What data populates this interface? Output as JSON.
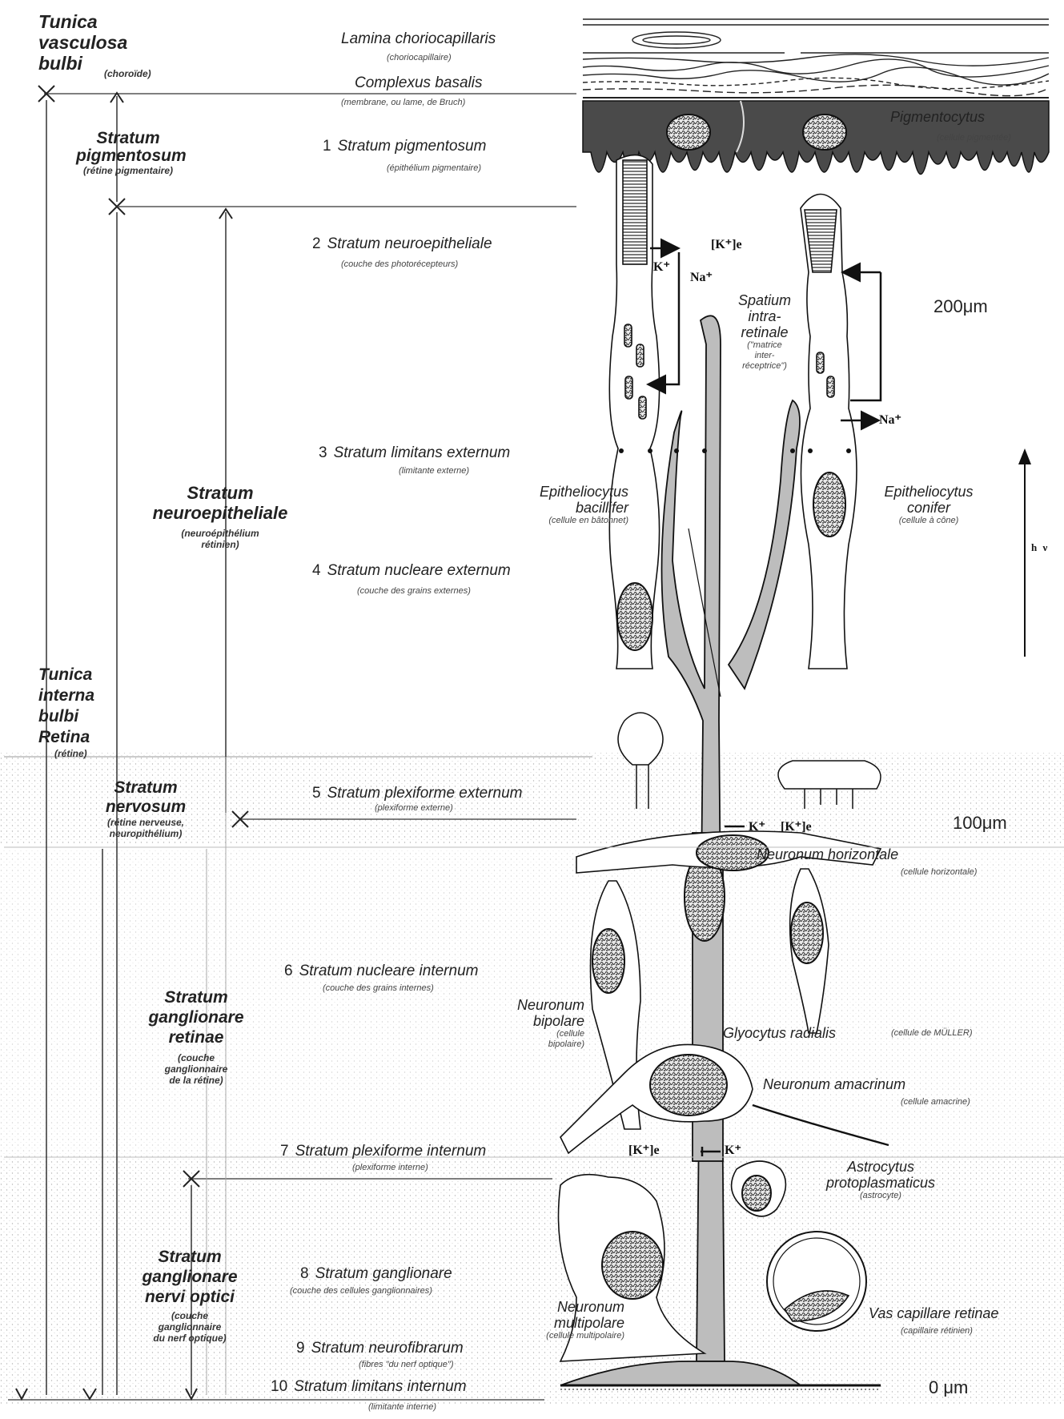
{
  "left_headers": {
    "tunica_vasculosa": {
      "title": "Tunica\nvasculosa\nbulbi",
      "sub": "(choroïde)"
    },
    "stratum_pigmentosum": {
      "title": "Stratum\npigmentosum",
      "sub": "(rétine pigmentaire)"
    },
    "stratum_neuroepitheliale": {
      "title": "Stratum\nneuroepitheliale",
      "sub": "(neuroépithélium\nrétinien)"
    },
    "tunica_interna": {
      "title": "Tunica\ninterna\nbulbi\nRetina",
      "sub": "(rétine)"
    },
    "stratum_nervosum": {
      "title": "Stratum\nnervosum",
      "sub": "(rétine nerveuse,\nneuropithélium)"
    },
    "stratum_ganglionare_retinae": {
      "title": "Stratum\nganglionare\nretinae",
      "sub": "(couche\nganglionnaire\nde la rétine)"
    },
    "stratum_ganglionare_nervi": {
      "title": "Stratum\nganglionare\nnervi optici",
      "sub": "(couche\nganglionnaire\ndu nerf optique)"
    }
  },
  "top_layers": {
    "choriocapillaris": {
      "name": "Lamina choriocapillaris",
      "sub": "(choriocapillaire)"
    },
    "complexus": {
      "name": "Complexus basalis",
      "sub": "(membrane, ou lame, de Bruch)"
    }
  },
  "layers": [
    {
      "num": "1",
      "name": "Stratum pigmentosum",
      "sub": "(épithélium pigmentaire)"
    },
    {
      "num": "2",
      "name": "Stratum neuroepitheliale",
      "sub": "(couche des photorécepteurs)"
    },
    {
      "num": "3",
      "name": "Stratum limitans externum",
      "sub": "(limitante externe)"
    },
    {
      "num": "4",
      "name": "Stratum nucleare externum",
      "sub": "(couche des grains externes)"
    },
    {
      "num": "5",
      "name": "Stratum plexiforme externum",
      "sub": "(plexiforme externe)"
    },
    {
      "num": "6",
      "name": "Stratum nucleare internum",
      "sub": "(couche des grains internes)"
    },
    {
      "num": "7",
      "name": "Stratum plexiforme internum",
      "sub": "(plexiforme interne)"
    },
    {
      "num": "8",
      "name": "Stratum ganglionare",
      "sub": "(couche des cellules ganglionnaires)"
    },
    {
      "num": "9",
      "name": "Stratum neurofibrarum",
      "sub": "(fibres \"du nerf optique\")"
    },
    {
      "num": "10",
      "name": "Stratum limitans internum",
      "sub": "(limitante interne)"
    }
  ],
  "cell_labels": {
    "pigmentocytus": {
      "name": "Pigmentocytus",
      "sub": "(cellule pigmentée)"
    },
    "spatium": {
      "name": "Spatium\nintra-\nretinale",
      "sub": "(\"matrice\ninter-\nréceptrice\")"
    },
    "bacillifer": {
      "name": "Epitheliocytus\nbacillifer",
      "sub": "(cellule en bâtonnet)"
    },
    "conifer": {
      "name": "Epitheliocytus\nconifer",
      "sub": "(cellule à cône)"
    },
    "horizontale": {
      "name": "Neuronum horizontale",
      "sub": "(cellule horizontale)"
    },
    "bipolare": {
      "name": "Neuronum\nbipolare",
      "sub": "(cellule\nbipolaire)"
    },
    "glyocytus": {
      "name": "Glyocytus radialis",
      "sub": "(cellule de MÜLLER)"
    },
    "amacrinum": {
      "name": "Neuronum amacrinum",
      "sub": "(cellule amacrine)"
    },
    "astrocytus": {
      "name": "Astrocytus\nprotoplasmaticus",
      "sub": "(astrocyte)"
    },
    "multipolare": {
      "name": "Neuronum\nmultipolare",
      "sub": "(cellule multipolaire)"
    },
    "capillare": {
      "name": "Vas capillare retinae",
      "sub": "(capillaire rétinien)"
    }
  },
  "ions": {
    "k_plus": "K⁺",
    "na_plus": "Na⁺",
    "k_e": "[K⁺]e"
  },
  "scale": {
    "s200": "200μm",
    "s100": "100μm",
    "s0": "0 μm",
    "light": "h ν"
  }
}
